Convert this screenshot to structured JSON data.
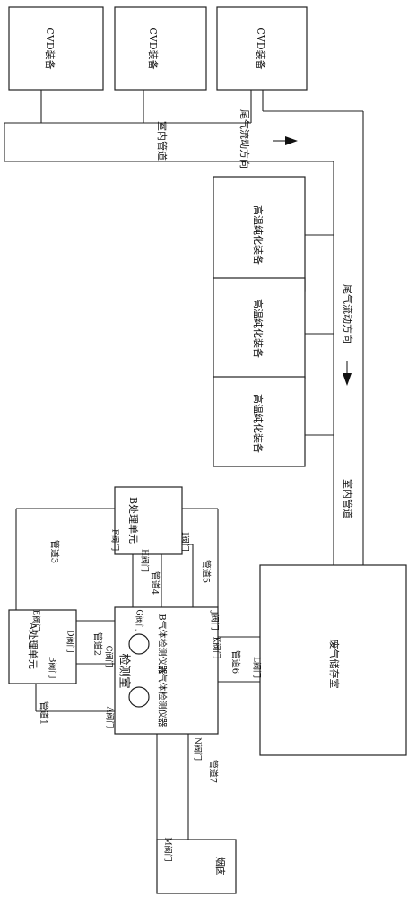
{
  "equipment": {
    "cvd": [
      "CVD装备",
      "CVD装备",
      "CVD装备"
    ],
    "purifiers": [
      "高温纯化装备",
      "高温纯化装备",
      "高温纯化装备"
    ],
    "storage_room": "废气储存室",
    "chimney": "烟囱",
    "detection_room": "检测室",
    "processor_a": "A处理单元",
    "processor_b": "B处理单元",
    "analyzer_a": "A气体检测仪器",
    "analyzer_b": "B气体检测仪器"
  },
  "pipes": {
    "indoor_top": "室内管道",
    "indoor_right": "室内管道",
    "pipe1": "管道1",
    "pipe2": "管道2",
    "pipe3": "管道3",
    "pipe4": "管道4",
    "pipe5": "管道5",
    "pipe6": "管道6",
    "pipe7": "管道7"
  },
  "flow": {
    "top": "尾气流动方向",
    "right": "尾气流动方向"
  },
  "valves": {
    "a": "A阀门",
    "b": "B阀门",
    "c": "C阀门",
    "d": "D阀门",
    "e": "E阀门",
    "f": "F阀门",
    "g": "G阀门",
    "h": "H阀门",
    "i": "I阀门",
    "j": "J阀门",
    "k": "K阀门",
    "l": "L阀门",
    "m": "M阀门",
    "n": "N阀门"
  }
}
